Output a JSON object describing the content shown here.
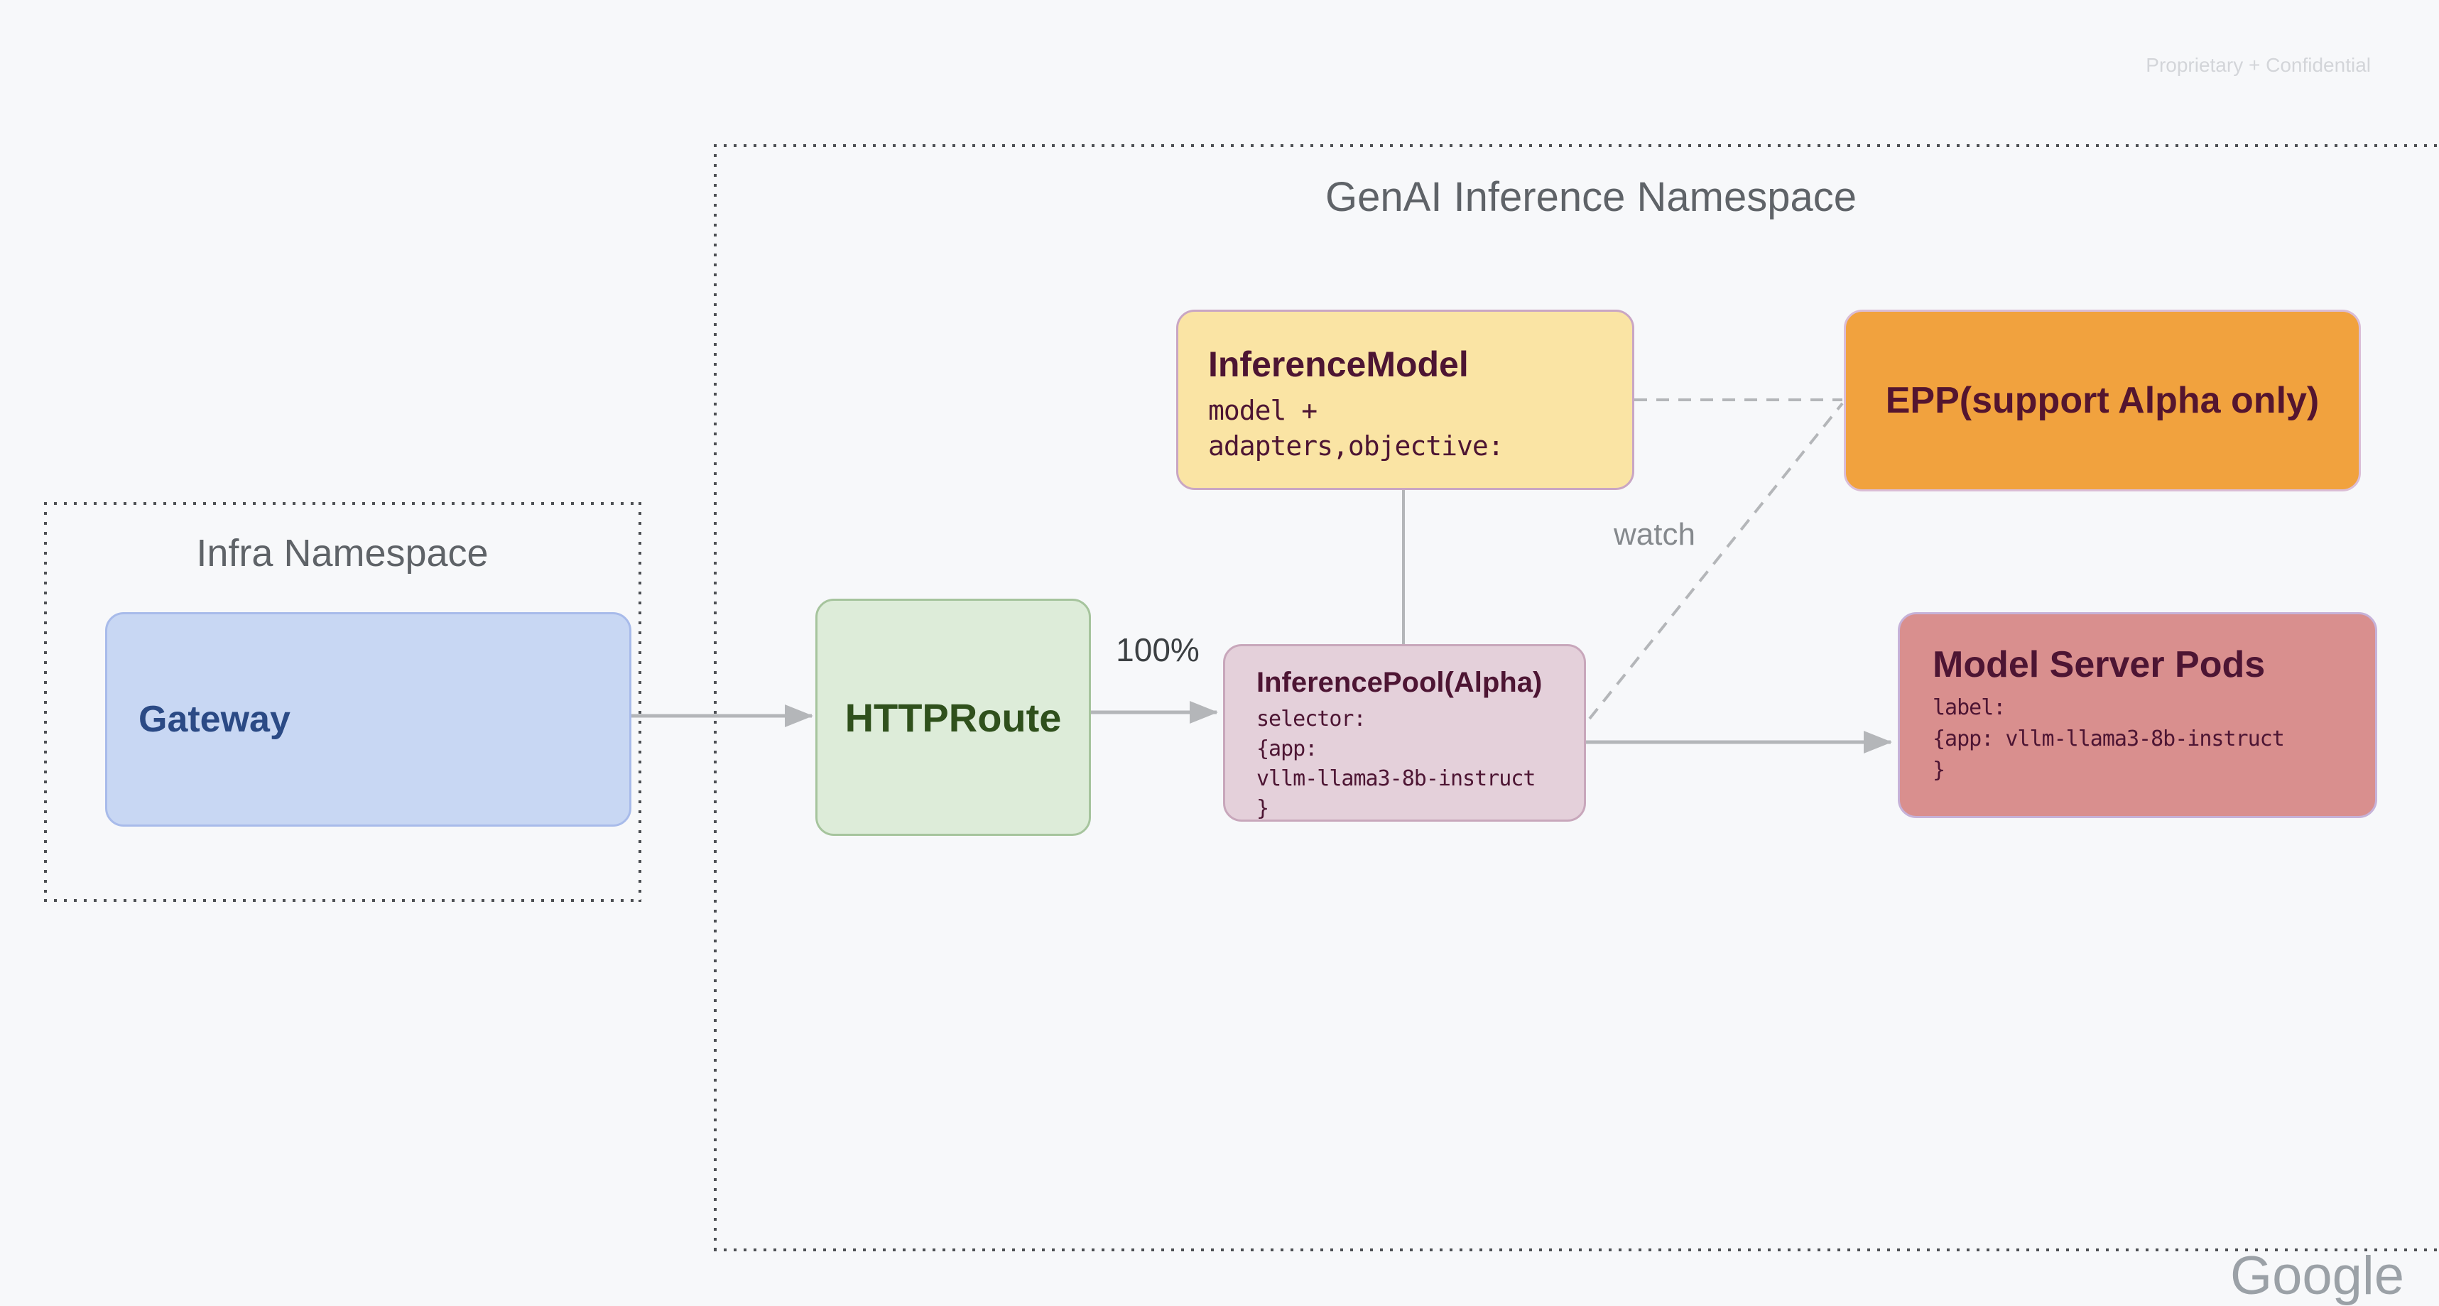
{
  "page": {
    "watermark": "Proprietary + Confidential",
    "brand_partial": "Google"
  },
  "namespaces": {
    "genai": {
      "title": "GenAI Inference Namespace"
    },
    "infra": {
      "title": "Infra Namespace"
    }
  },
  "nodes": {
    "gateway": {
      "title": "Gateway"
    },
    "httproute": {
      "title": "HTTPRoute"
    },
    "inference_model": {
      "title": "InferenceModel",
      "body": "model +\nadapters,objective:"
    },
    "epp": {
      "title": "EPP(support Alpha only)"
    },
    "inference_pool": {
      "title": "InferencePool(Alpha)",
      "body": "selector:\n{app:\nvllm-llama3-8b-instruct\n}"
    },
    "model_server_pods": {
      "title": "Model Server Pods",
      "body": "label:\n{app: vllm-llama3-8b-instruct\n}"
    }
  },
  "edges": {
    "gateway_to_httproute": {
      "type": "solid-arrow"
    },
    "httproute_to_pool": {
      "type": "solid-arrow",
      "label": "100%"
    },
    "pool_to_pods": {
      "type": "solid-arrow"
    },
    "model_to_pool": {
      "type": "solid-line"
    },
    "model_to_epp": {
      "type": "dashed-line"
    },
    "pool_to_epp": {
      "type": "dashed-line",
      "label": "watch"
    }
  },
  "colors": {
    "bg": "#f7f8fa",
    "dotted": "#4d5054",
    "ns_title": "#5f6368",
    "watermark": "#d3d5d9",
    "line": "#b4b6b9",
    "weight_text": "#3c4043",
    "watch_text": "#85898d",
    "brand_text": "#9ba1a7",
    "gateway_fill": "#c8d7f3",
    "gateway_border": "#a8bbea",
    "gateway_text": "#2b4a85",
    "httproute_fill": "#ddecd9",
    "httproute_border": "#a6c49d",
    "httproute_text": "#2f501c",
    "infmodel_fill": "#fae4a4",
    "infmodel_border": "#c9a6c4",
    "infmodel_text": "#4d1533",
    "epp_fill": "#f1a23e",
    "epp_border": "#dabdd6",
    "epp_text": "#54152f",
    "pool_fill": "#e4d0da",
    "pool_border": "#c8a7bb",
    "pool_text": "#4d1533",
    "pods_fill": "#d98f8e",
    "pods_border": "#c6b2d8",
    "pods_text": "#4d1533"
  }
}
